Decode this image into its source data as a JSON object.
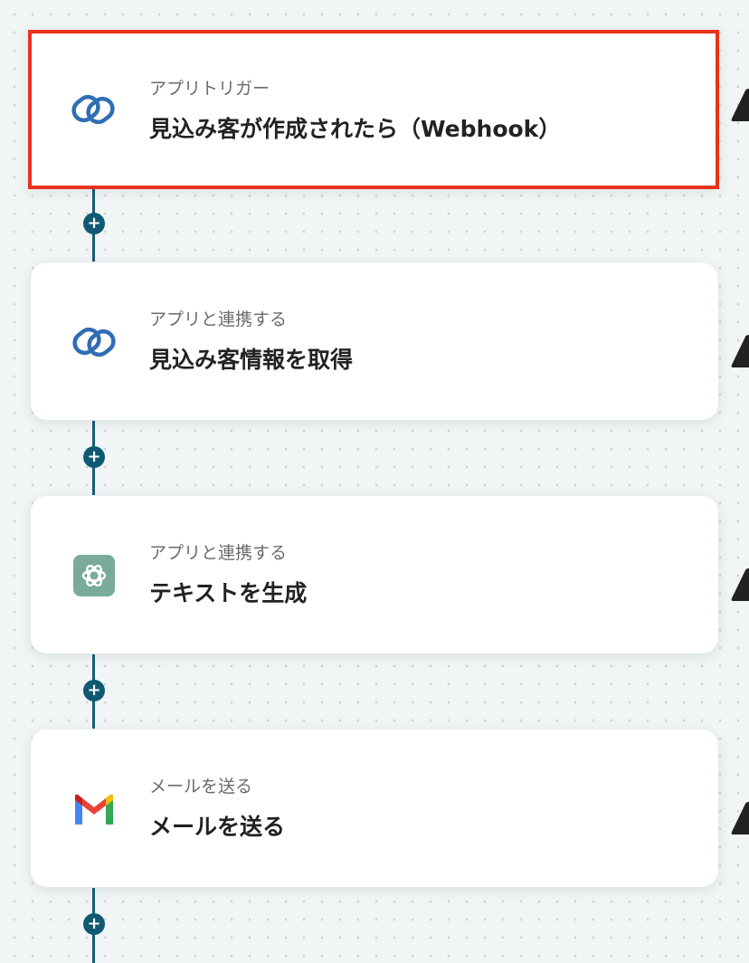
{
  "flow": {
    "steps": [
      {
        "subtitle": "アプリトリガー",
        "title": "見込み客が作成されたら（Webhook）",
        "icon": "zoho-crm-icon",
        "selected": true
      },
      {
        "subtitle": "アプリと連携する",
        "title": "見込み客情報を取得",
        "icon": "zoho-crm-icon",
        "selected": false
      },
      {
        "subtitle": "アプリと連携する",
        "title": "テキストを生成",
        "icon": "chatgpt-icon",
        "selected": false
      },
      {
        "subtitle": "メールを送る",
        "title": "メールを送る",
        "icon": "gmail-icon",
        "selected": false
      }
    ],
    "add_button_label": "+"
  },
  "colors": {
    "highlight_border": "#e8321c",
    "connector": "#0f5a72",
    "zoho_blue": "#2f6db5",
    "chatgpt_green": "#7aab9a"
  }
}
